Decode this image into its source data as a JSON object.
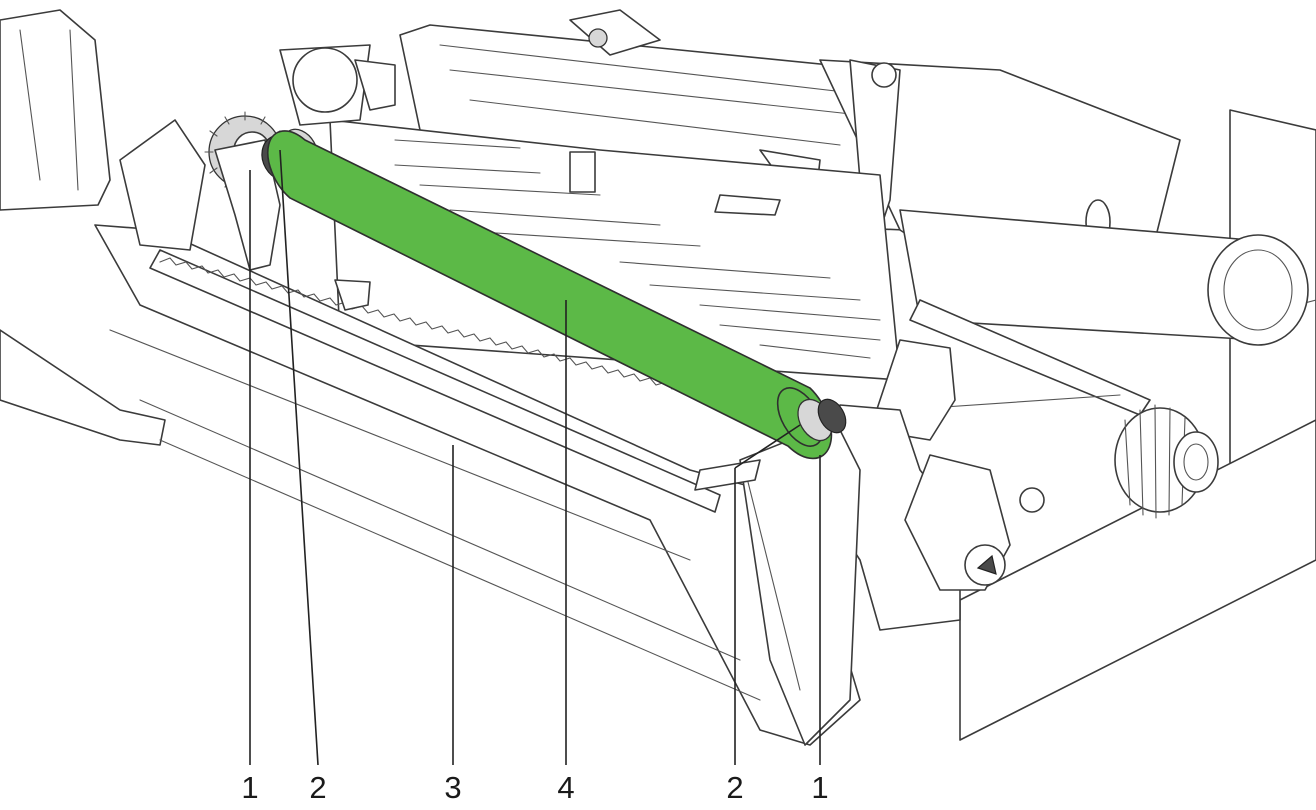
{
  "figure": {
    "accent_color": "#5cb947",
    "callouts": [
      {
        "id": "c1a",
        "text": "1"
      },
      {
        "id": "c2a",
        "text": "2"
      },
      {
        "id": "c3",
        "text": "3"
      },
      {
        "id": "c4",
        "text": "4"
      },
      {
        "id": "c2b",
        "text": "2"
      },
      {
        "id": "c1b",
        "text": "1"
      }
    ]
  }
}
